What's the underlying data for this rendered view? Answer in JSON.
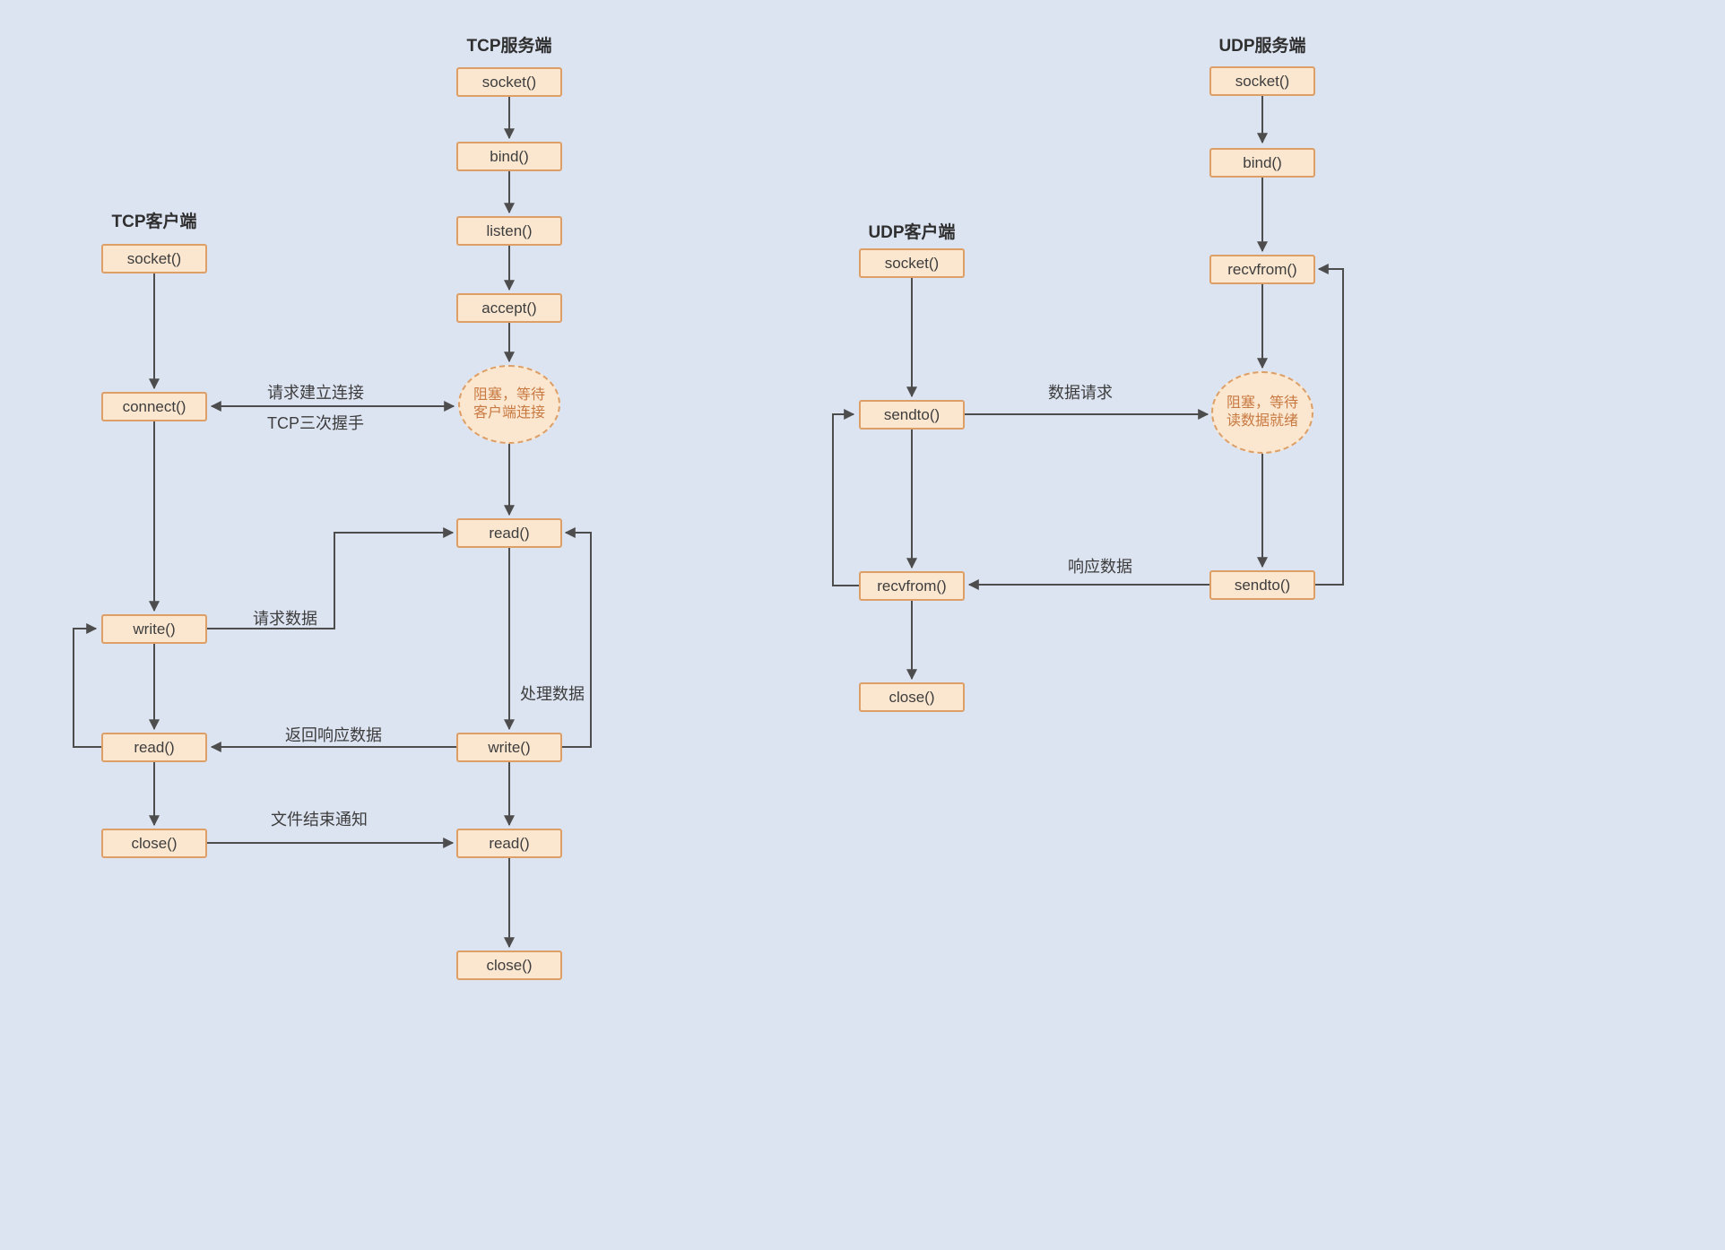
{
  "colors": {
    "background": "#dce3f1",
    "node_fill": "#fbe7d0",
    "node_border": "#dd9f66",
    "arrow": "#4d4d4d",
    "label_text": "#3d3d3d",
    "ellipse_text": "#c87a42"
  },
  "tcp": {
    "server_title": "TCP服务端",
    "client_title": "TCP客户端",
    "server": {
      "socket": "socket()",
      "bind": "bind()",
      "listen": "listen()",
      "accept": "accept()",
      "block": "阻塞，等待客户端连接",
      "read1": "read()",
      "write": "write()",
      "read2": "read()",
      "close": "close()"
    },
    "client": {
      "socket": "socket()",
      "connect": "connect()",
      "write": "write()",
      "read": "read()",
      "close": "close()"
    },
    "labels": {
      "handshake1": "请求建立连接",
      "handshake2": "TCP三次握手",
      "request_data": "请求数据",
      "process_data": "处理数据",
      "response_data": "返回响应数据",
      "eof_notice": "文件结束通知"
    }
  },
  "udp": {
    "server_title": "UDP服务端",
    "client_title": "UDP客户端",
    "server": {
      "socket": "socket()",
      "bind": "bind()",
      "recvfrom": "recvfrom()",
      "block": "阻塞，等待读数据就绪",
      "sendto": "sendto()"
    },
    "client": {
      "socket": "socket()",
      "sendto": "sendto()",
      "recvfrom": "recvfrom()",
      "close": "close()"
    },
    "labels": {
      "request": "数据请求",
      "response": "响应数据"
    }
  }
}
